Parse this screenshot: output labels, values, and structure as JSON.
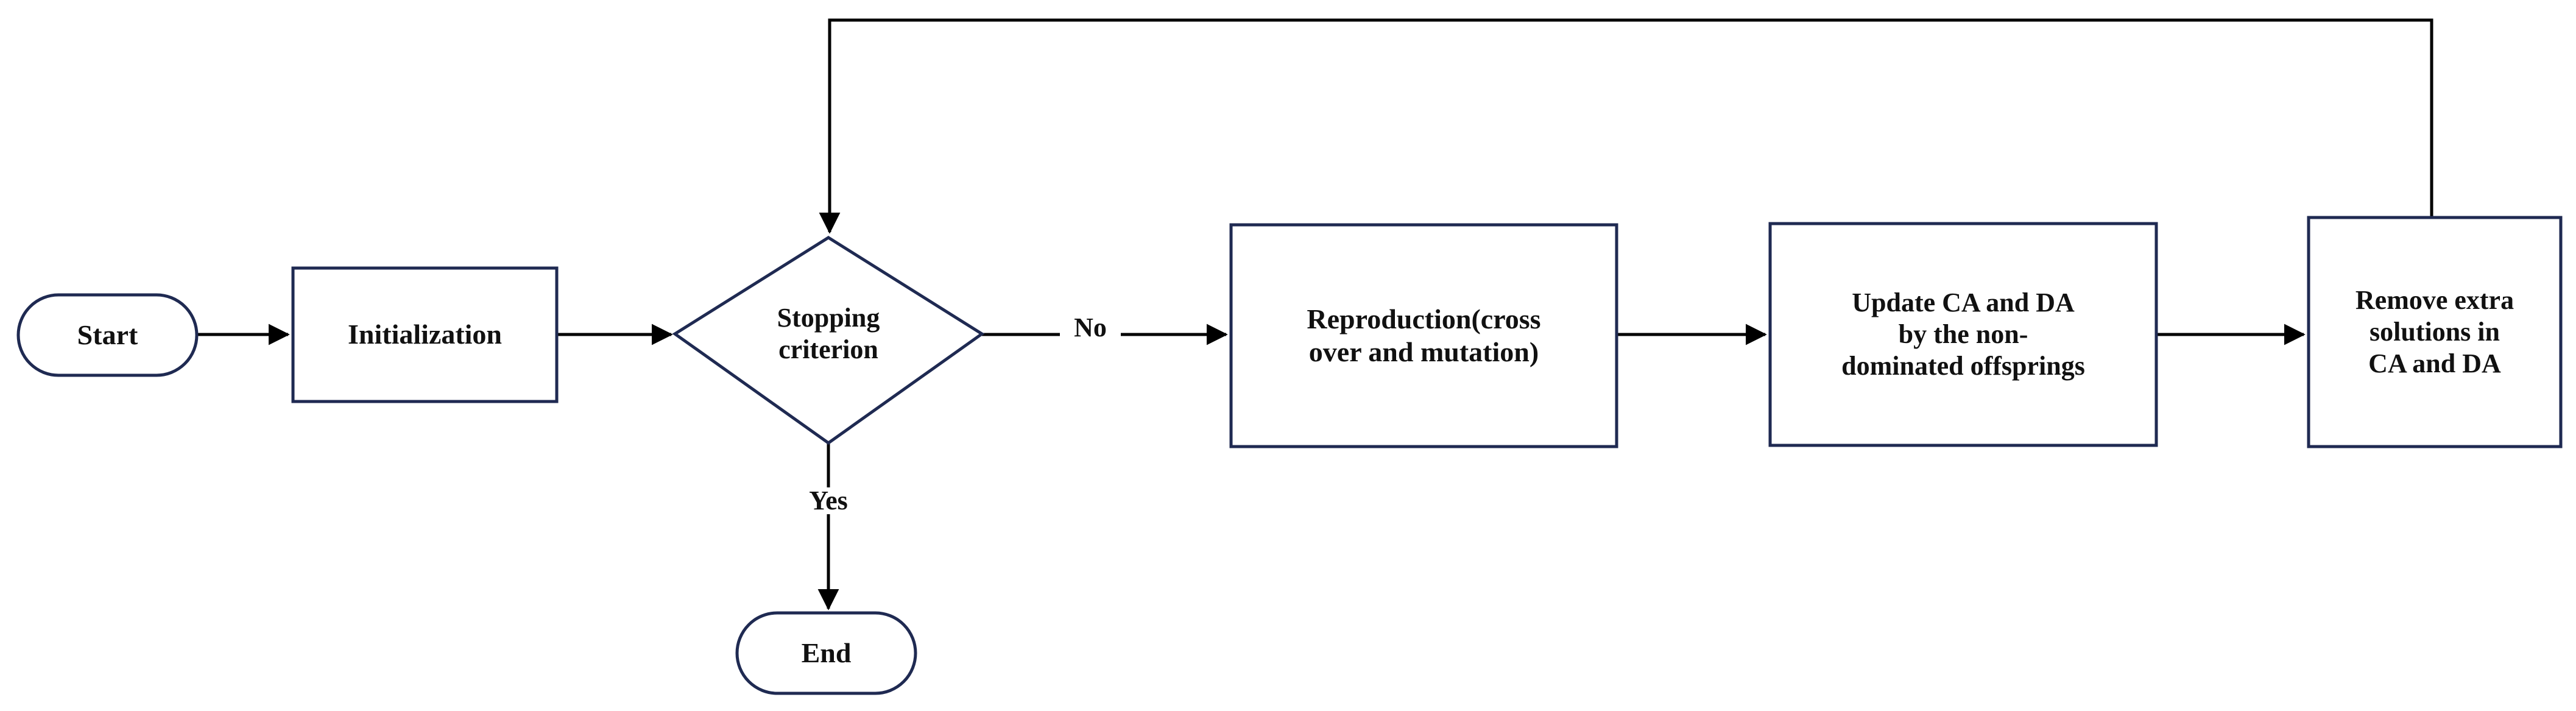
{
  "diagram": {
    "title": "Algorithm flowchart",
    "colors": {
      "node_stroke": "#1f2a52",
      "edge_stroke": "#000000",
      "text": "#111111",
      "background": "#ffffff"
    },
    "nodes": [
      {
        "id": "start",
        "shape": "terminal",
        "label": "Start"
      },
      {
        "id": "initialization",
        "shape": "process",
        "label": "Initialization"
      },
      {
        "id": "stopping",
        "shape": "decision",
        "label": "Stopping\ncriterion"
      },
      {
        "id": "reproduction",
        "shape": "process",
        "label": "Reproduction(cross\nover and mutation)"
      },
      {
        "id": "update",
        "shape": "process",
        "label": "Update CA and DA\nby the non-\ndominated offsprings"
      },
      {
        "id": "remove",
        "shape": "process",
        "label": "Remove extra\nsolutions in\nCA and DA"
      },
      {
        "id": "end",
        "shape": "terminal",
        "label": "End"
      }
    ],
    "edges": [
      {
        "from": "start",
        "to": "initialization",
        "label": ""
      },
      {
        "from": "initialization",
        "to": "stopping",
        "label": ""
      },
      {
        "from": "stopping",
        "to": "reproduction",
        "label": "No"
      },
      {
        "from": "stopping",
        "to": "end",
        "label": "Yes"
      },
      {
        "from": "reproduction",
        "to": "update",
        "label": ""
      },
      {
        "from": "update",
        "to": "remove",
        "label": ""
      },
      {
        "from": "remove",
        "to": "stopping",
        "label": ""
      }
    ],
    "edge_labels": {
      "no": "No",
      "yes": "Yes"
    }
  }
}
